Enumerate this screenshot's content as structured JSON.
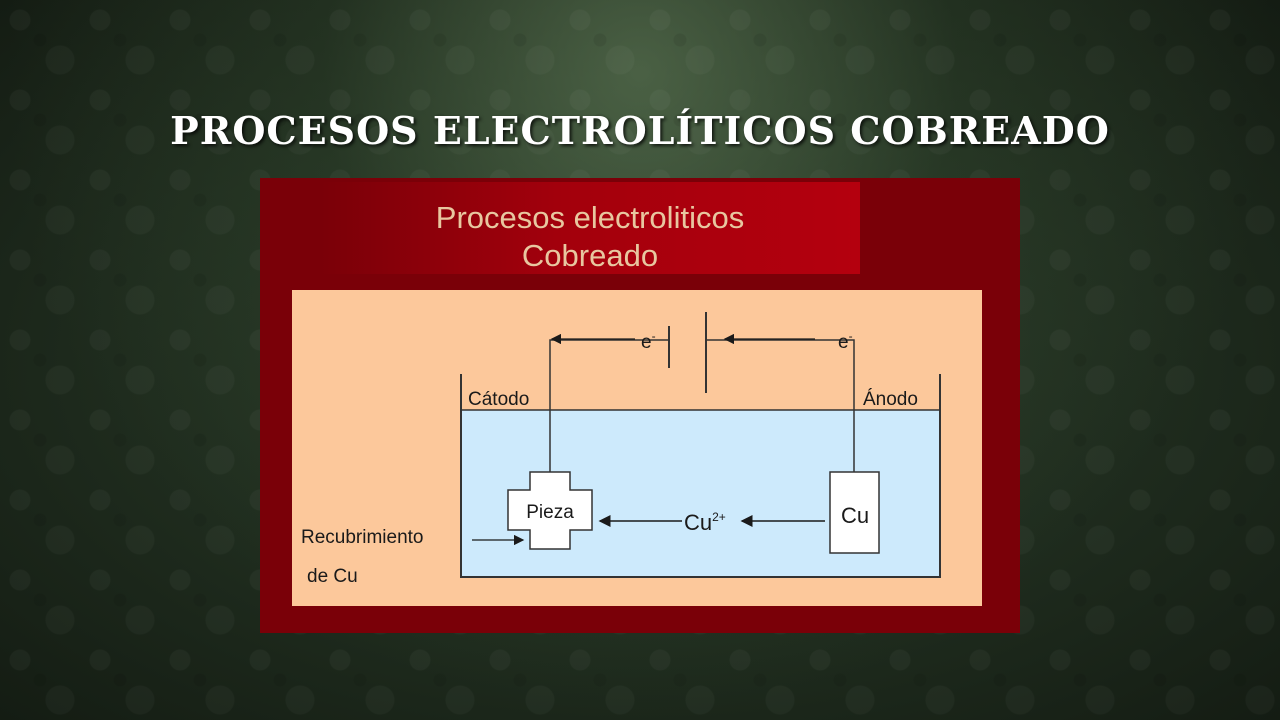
{
  "slide": {
    "title": "PROCESOS ELECTROLÍTICOS COBREADO"
  },
  "figure": {
    "title_line1": "Procesos electroliticos",
    "title_line2": "Cobreado",
    "cathode_label": "Cátodo",
    "anode_label": "Ánodo",
    "electron_left": "e",
    "electron_right": "e",
    "electron_charge": "-",
    "piece_label": "Pieza",
    "anode_metal": "Cu",
    "ion_label": "Cu",
    "ion_charge": "2+",
    "coating_label_line1": "Recubrimiento",
    "coating_label_line2": "de Cu"
  },
  "colors": {
    "frame": "#7a0008",
    "panel": "#fcc89b",
    "solution": "#cdeafc",
    "title_text": "#e8c7a0"
  }
}
